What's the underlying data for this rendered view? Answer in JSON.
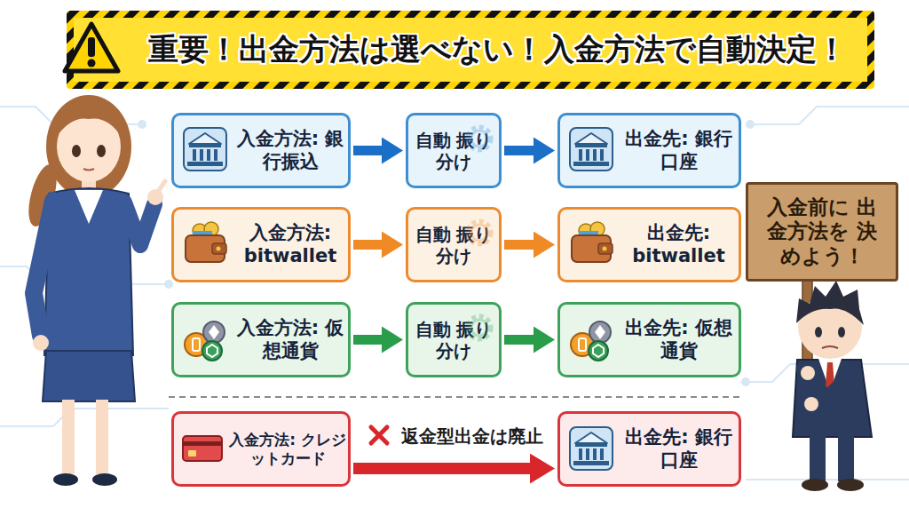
{
  "diagram": {
    "title": "重要！出金方法は選べない！入金方法で自動決定！",
    "nodes": [
      {
        "text": [
          "入金方法: 銀行振込"
        ]
      },
      {
        "text": [
          "自動 振り分け"
        ]
      },
      {
        "text": [
          "出金先: 銀行口座"
        ]
      },
      {
        "text": [
          "入金方法: bitwallet"
        ]
      },
      {
        "text": [
          "自動 振り分け"
        ]
      },
      {
        "text": [
          "出金先: bitwallet"
        ]
      },
      {
        "text": [
          "入金方法: 仮想通貨"
        ]
      },
      {
        "text": [
          "自動 振り分け"
        ]
      },
      {
        "text": [
          "出金先: 仮想通貨"
        ]
      },
      {
        "text": [
          "入金方法: クレジットカード"
        ]
      },
      {
        "text": [
          "出金先: 銀行口座"
        ]
      },
      {
        "text": [
          "入金前に 出金方法を 決めよう！"
        ]
      }
    ],
    "edges": [
      {
        "from": 0,
        "to": 1,
        "arrow": "to"
      },
      {
        "from": 1,
        "to": 2,
        "arrow": "to"
      },
      {
        "from": 3,
        "to": 4,
        "arrow": "to"
      },
      {
        "from": 4,
        "to": 5,
        "arrow": "to"
      },
      {
        "from": 6,
        "to": 7,
        "arrow": "to"
      },
      {
        "from": 7,
        "to": 8,
        "arrow": "to"
      },
      {
        "from": 9,
        "to": 10,
        "arrow": "to",
        "label": "返金型出金は廃止"
      }
    ]
  }
}
